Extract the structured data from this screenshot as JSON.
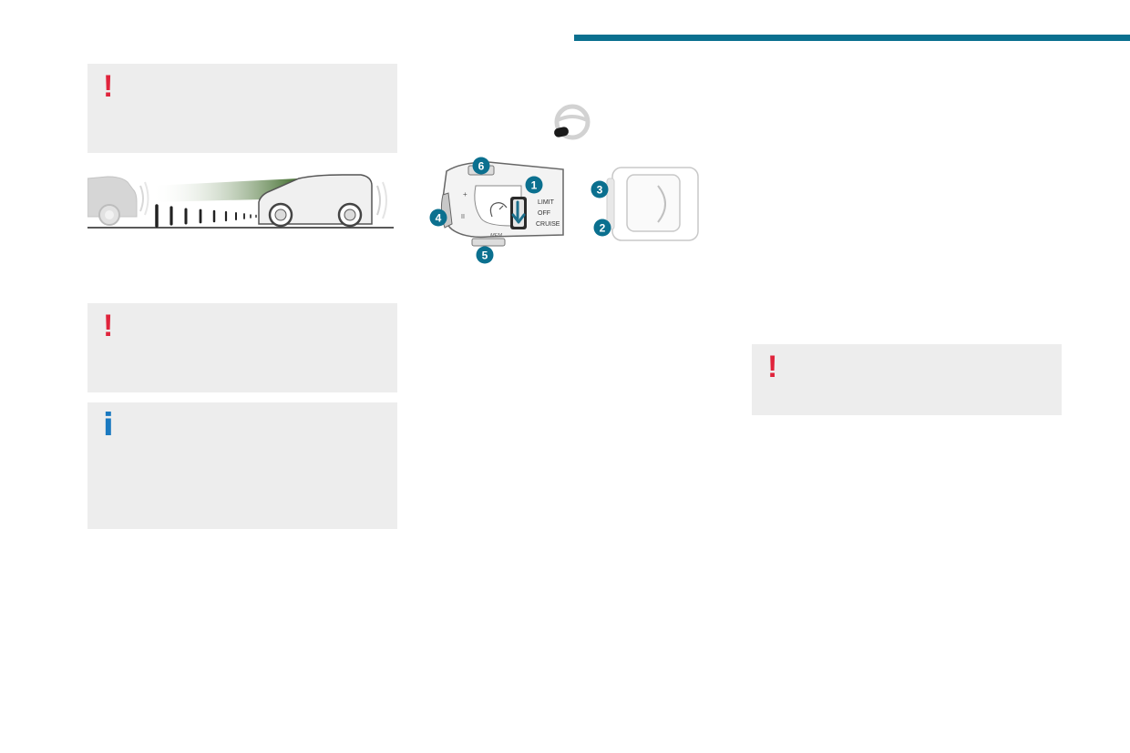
{
  "colors": {
    "accent": "#0b708f",
    "warning": "#e0243c",
    "info": "#1a79c0",
    "panel": "#ededed"
  },
  "icons": {
    "warning": "exclamation-icon",
    "info": "info-icon",
    "steering": "steering-wheel-icon"
  },
  "callouts": {
    "c1": "1",
    "c2": "2",
    "c3": "3",
    "c4": "4",
    "c5": "5",
    "c6": "6"
  },
  "control_labels": {
    "limit": "LIMIT",
    "off": "OFF",
    "cruise": "CRUISE",
    "mem": "MEM",
    "plus": "+",
    "minus": "–",
    "pause": "II"
  },
  "glyphs": {
    "warning": "!",
    "info": "i"
  }
}
